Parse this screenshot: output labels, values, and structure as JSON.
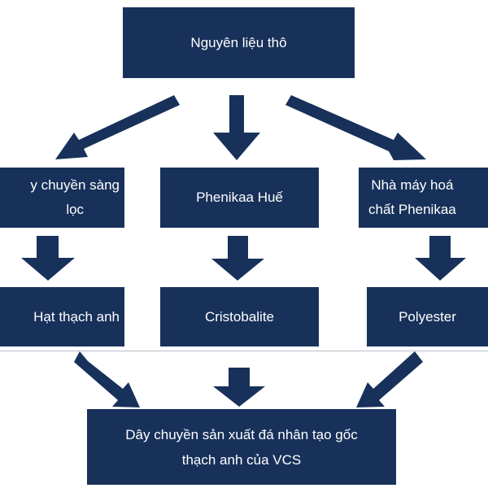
{
  "diagram": {
    "root": {
      "label": "Nguyên liệu thô"
    },
    "level1": [
      {
        "label": "y chuyền sàng\nlọc"
      },
      {
        "label": "Phenikaa Huế"
      },
      {
        "label": "Nhà máy hoá\nchất Phenikaa"
      }
    ],
    "level2": [
      {
        "label": "Hạt thạch anh"
      },
      {
        "label": "Cristobalite"
      },
      {
        "label": "Polyester"
      }
    ],
    "bottom": {
      "label": "Dây chuyền sản xuất đá nhân tạo gốc\nthạch anh của VCS"
    }
  },
  "colors": {
    "box": "#17315a",
    "text": "#ffffff",
    "arrow": "#17315a"
  }
}
